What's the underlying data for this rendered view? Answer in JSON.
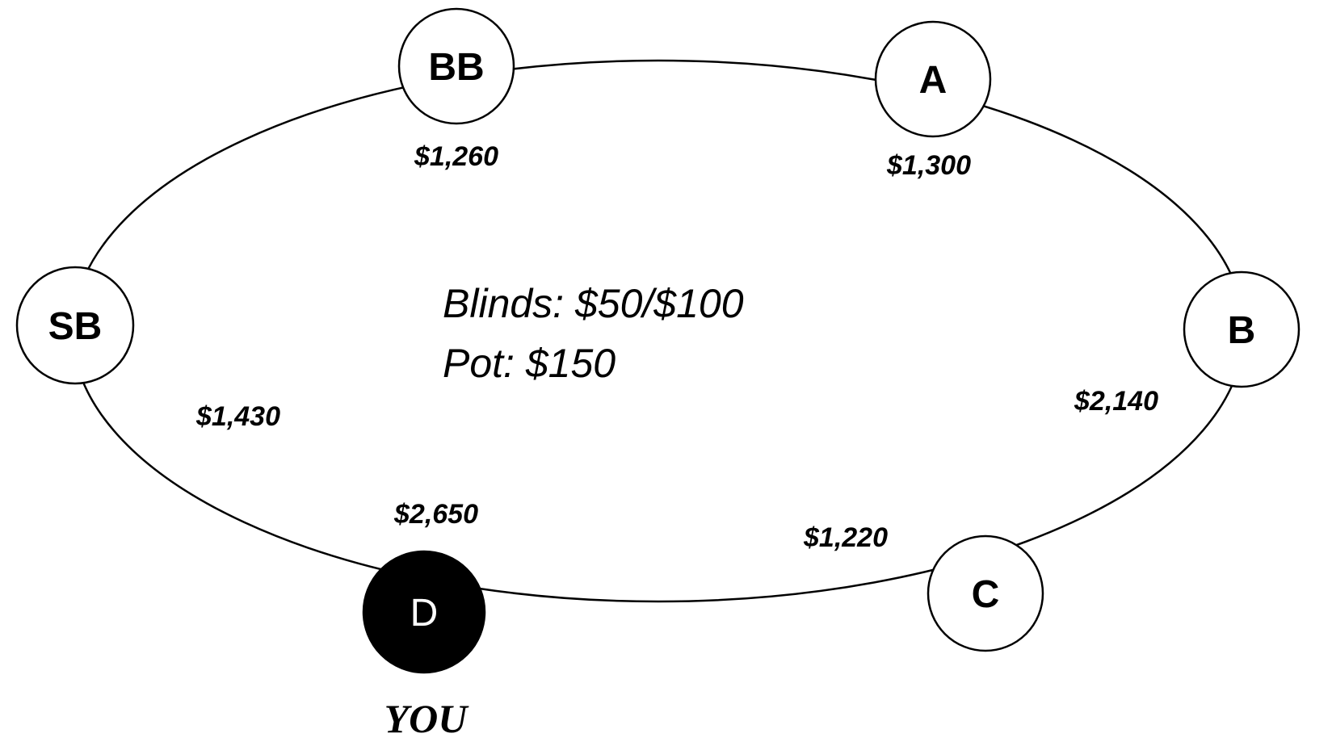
{
  "table": {
    "blinds": "Blinds: $50/$100",
    "pot": "Pot: $150",
    "you_label": "YOU"
  },
  "seats": [
    {
      "id": "BB",
      "label": "BB",
      "stack": "$1,260",
      "dealer": false
    },
    {
      "id": "A",
      "label": "A",
      "stack": "$1,300",
      "dealer": false
    },
    {
      "id": "B",
      "label": "B",
      "stack": "$2,140",
      "dealer": false
    },
    {
      "id": "C",
      "label": "C",
      "stack": "$1,220",
      "dealer": false
    },
    {
      "id": "D",
      "label": "D",
      "stack": "$2,650",
      "dealer": true
    },
    {
      "id": "SB",
      "label": "SB",
      "stack": "$1,430",
      "dealer": false
    }
  ],
  "colors": {
    "line": "#000000",
    "seat_fill": "#ffffff",
    "dealer_fill": "#000000",
    "dealer_text": "#ffffff"
  }
}
